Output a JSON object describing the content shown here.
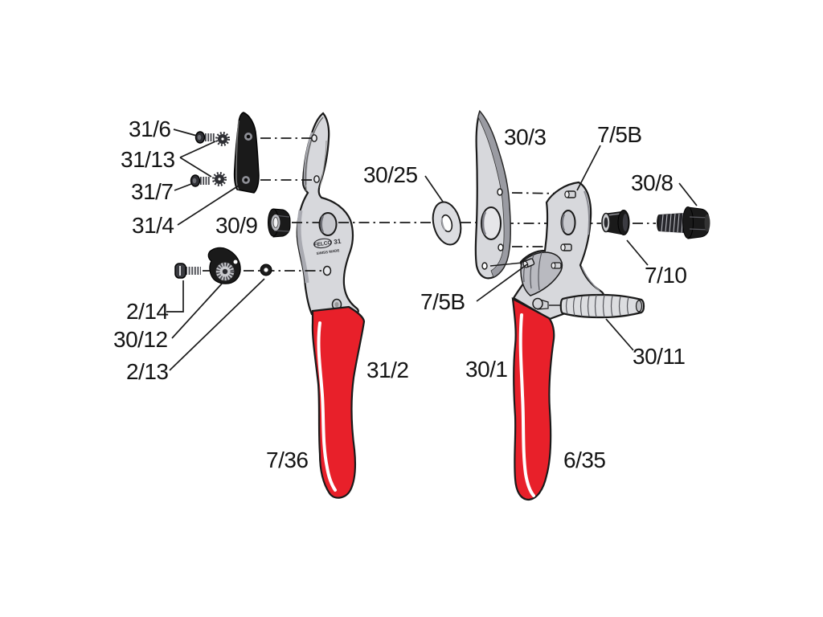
{
  "diagram": {
    "type": "exploded-parts-diagram",
    "product": {
      "logo": "FELCO",
      "model": "31",
      "origin": "SWISS MADE"
    },
    "colors": {
      "background": "#ffffff",
      "handle_red": "#e8202a",
      "metal_light": "#d7d8dc",
      "metal_mid": "#b9bac0",
      "metal_dark": "#9a9ba2",
      "black_part": "#1a1a1a",
      "outline": "#1a1a1a",
      "highlight": "#ffffff"
    },
    "labels": {
      "l31_6": "31/6",
      "l31_13": "31/13",
      "l31_7": "31/7",
      "l31_4": "31/4",
      "l30_9": "30/9",
      "l2_14": "2/14",
      "l30_12": "30/12",
      "l2_13": "2/13",
      "l30_25": "30/25",
      "l31_2": "31/2",
      "l7_36": "7/36",
      "l30_3": "30/3",
      "l7_5b_top": "7/5B",
      "l7_5b_bottom": "7/5B",
      "l30_8": "30/8",
      "l7_10": "7/10",
      "l30_11": "30/11",
      "l30_1": "30/1",
      "l6_35": "6/35"
    }
  }
}
